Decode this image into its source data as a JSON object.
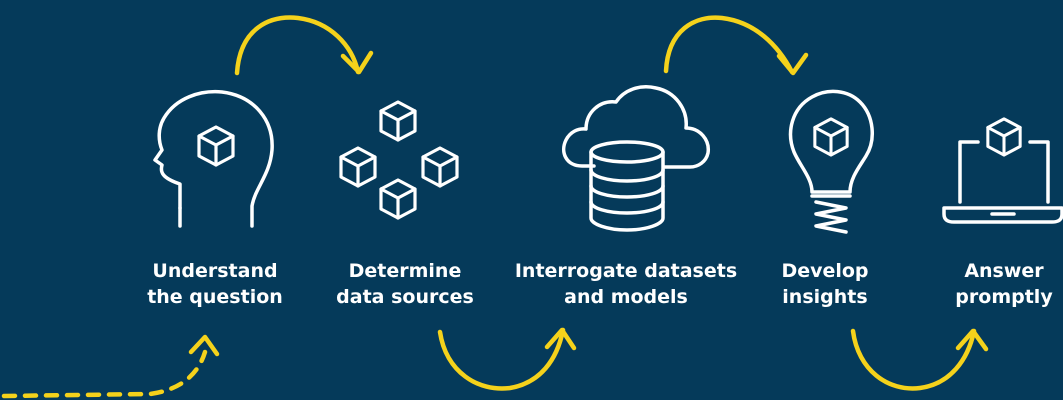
{
  "colors": {
    "background": "#053a5a",
    "icon_stroke": "#ffffff",
    "arrow": "#f5d21b"
  },
  "steps": [
    {
      "line1": "Understand",
      "line2": "the question",
      "icon": "head-cube-icon"
    },
    {
      "line1": "Determine",
      "line2": "data sources",
      "icon": "stacked-cubes-icon"
    },
    {
      "line1": "Interrogate datasets",
      "line2": "and models",
      "icon": "cloud-database-icon"
    },
    {
      "line1": "Develop",
      "line2": "insights",
      "icon": "lightbulb-cube-icon"
    },
    {
      "line1": "Answer",
      "line2": "promptly",
      "icon": "laptop-cube-icon"
    }
  ]
}
